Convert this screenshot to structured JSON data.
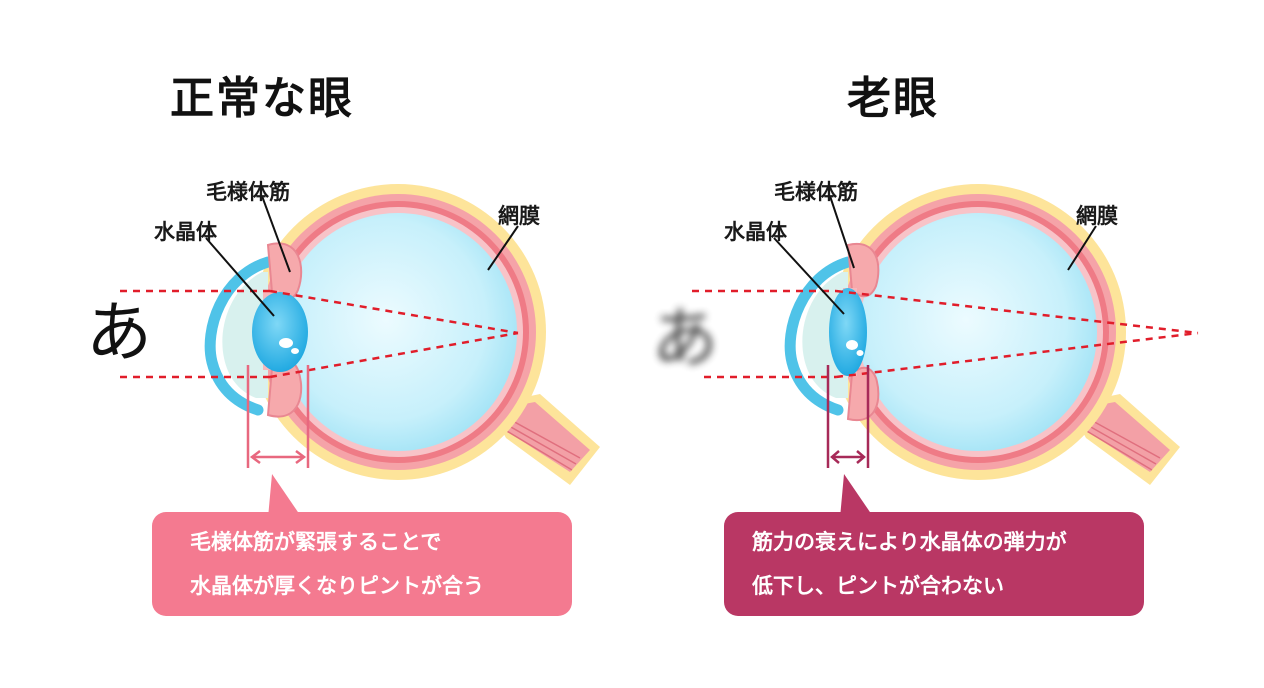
{
  "panels": {
    "normal": {
      "title": "正常な眼",
      "labels": {
        "ciliary": "毛様体筋",
        "lens": "水晶体",
        "retina": "網膜"
      },
      "glyph": "あ",
      "callout": {
        "line1": "毛様体筋が緊張することで",
        "line2": "水晶体が厚くなりピントが合う"
      }
    },
    "presbyopia": {
      "title": "老眼",
      "labels": {
        "ciliary": "毛様体筋",
        "lens": "水晶体",
        "retina": "網膜"
      },
      "glyph": "あ",
      "callout": {
        "line1": "筋力の衰えにより水晶体の弾力が",
        "line2": "低下し、ピントが合わない"
      }
    }
  },
  "colors": {
    "sclera_outer": "#fde49a",
    "sclera_mid": "#f5a3a8",
    "choroid": "#ef7b86",
    "vitreous": "#c7f0fb",
    "cornea": "#4fc3e8",
    "lens": "#39b7e8",
    "focus_line": "#e11d2a",
    "callout_normal": "#f47a90",
    "callout_presbyopia": "#b93764"
  }
}
